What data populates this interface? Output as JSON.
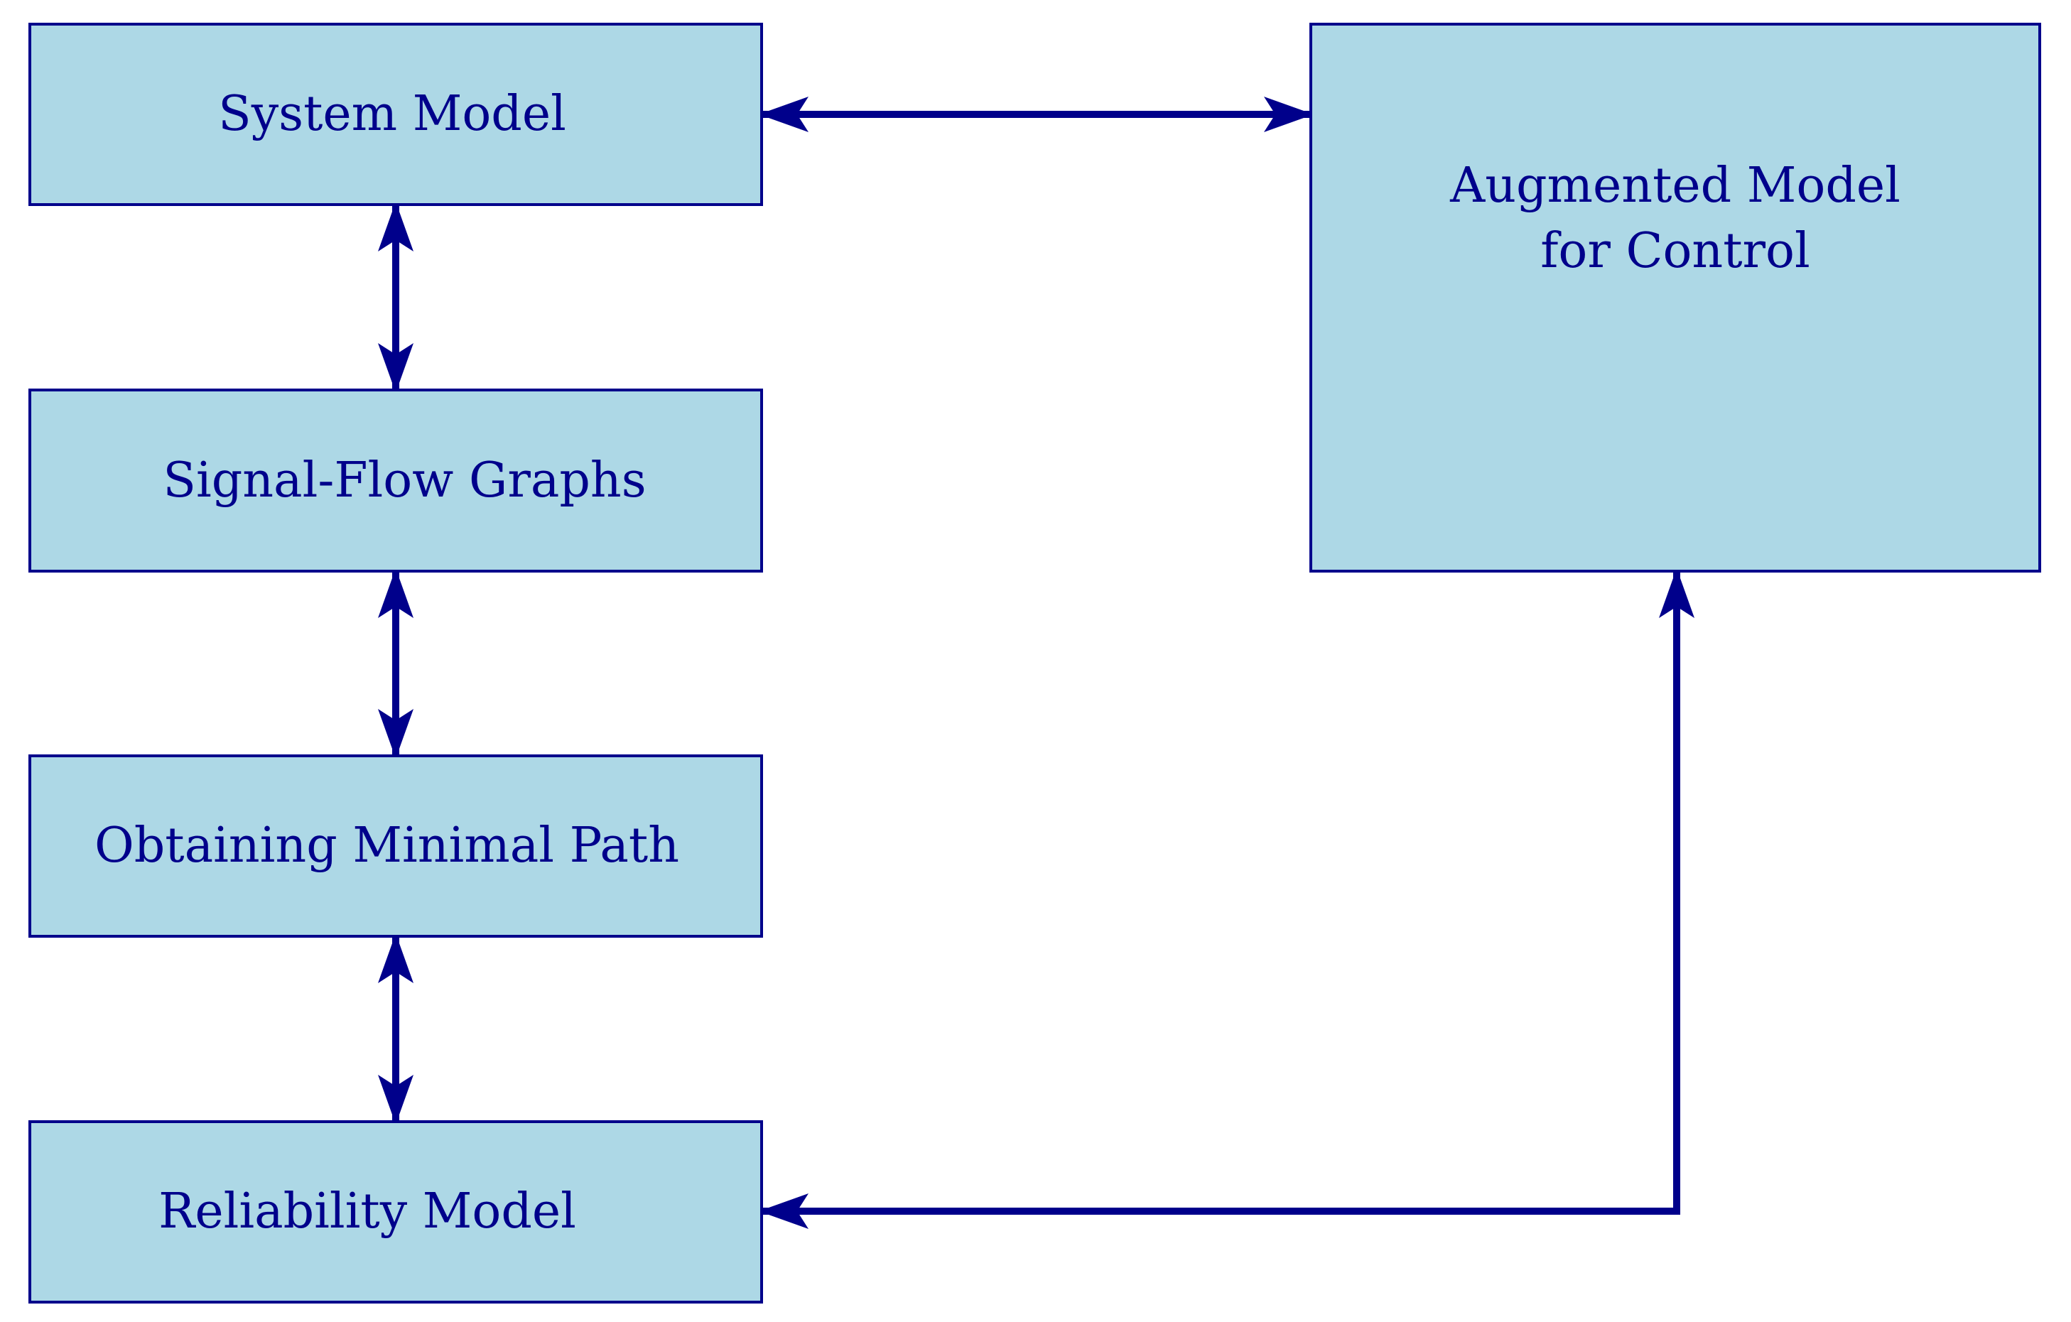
{
  "diagram": {
    "colors": {
      "box_fill": "#add8e6",
      "box_stroke": "#00008b",
      "text": "#00008b",
      "arrow": "#00008b",
      "background": "#ffffff"
    },
    "nodes": {
      "system_model": {
        "label": "System Model"
      },
      "signal_flow": {
        "label": "Signal-Flow Graphs"
      },
      "minimal_path": {
        "label": "Obtaining Minimal Path"
      },
      "reliability_model": {
        "label": "Reliability Model"
      },
      "augmented_model": {
        "label_line1": "Augmented Model",
        "label_line2": "for Control"
      }
    },
    "edges": [
      {
        "from": "system_model",
        "to": "augmented_model",
        "direction": "both"
      },
      {
        "from": "system_model",
        "to": "signal_flow",
        "direction": "both"
      },
      {
        "from": "signal_flow",
        "to": "minimal_path",
        "direction": "both"
      },
      {
        "from": "minimal_path",
        "to": "reliability_model",
        "direction": "both"
      },
      {
        "from": "augmented_model",
        "to": "reliability_model",
        "direction": "both"
      }
    ]
  }
}
